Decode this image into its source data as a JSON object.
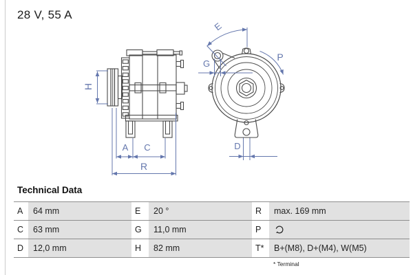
{
  "header": {
    "rating": "28 V, 55 A"
  },
  "drawing": {
    "description": "alternator technical drawing, side view and drive-end view",
    "dim_labels": {
      "H": "H",
      "A": "A",
      "C": "C",
      "R": "R",
      "E": "E",
      "G": "G",
      "P": "P",
      "D": "D"
    },
    "colors": {
      "outline": "#4a4a4a",
      "dimension": "#6477ad"
    }
  },
  "table": {
    "title": "Technical Data",
    "rows": [
      [
        {
          "label": "A",
          "value": "64 mm"
        },
        {
          "label": "E",
          "value": "20 °"
        },
        {
          "label": "R",
          "value": "max. 169 mm"
        }
      ],
      [
        {
          "label": "C",
          "value": "63 mm"
        },
        {
          "label": "G",
          "value": "11,0 mm"
        },
        {
          "label": "P",
          "value": "",
          "icon": "rotation-direction-icon"
        }
      ],
      [
        {
          "label": "D",
          "value": "12,0 mm"
        },
        {
          "label": "H",
          "value": "82 mm"
        },
        {
          "label": "T*",
          "value": "B+(M8), D+(M4), W(M5)"
        }
      ]
    ],
    "footnote": "* Terminal",
    "colors": {
      "value_cell": "#e1e1e1",
      "grid_line": "#8e8e8e"
    }
  }
}
